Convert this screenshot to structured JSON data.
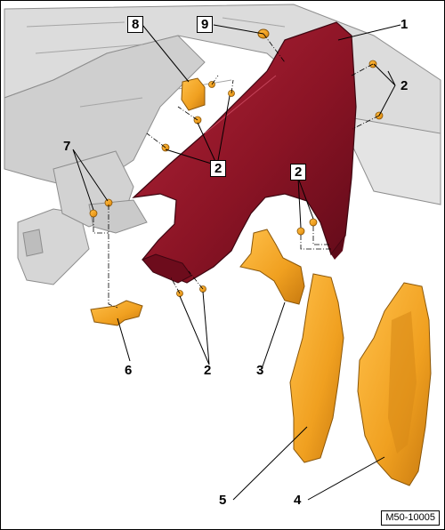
{
  "figure": {
    "code": "M50-10005"
  },
  "callouts": {
    "c1": "1",
    "c2a": "2",
    "c2b": "2",
    "c2c": "2",
    "c2d": "2",
    "c3": "3",
    "c4": "4",
    "c5": "5",
    "c6": "6",
    "c7": "7",
    "c8": "8",
    "c9": "9"
  },
  "colors": {
    "fender": "#8b1425",
    "fender_dark": "#5e0a18",
    "part_orange": "#f0a020",
    "part_orange_dark": "#c87a10",
    "body_grey": "#d9d9d9",
    "body_line": "#9a9a9a"
  }
}
